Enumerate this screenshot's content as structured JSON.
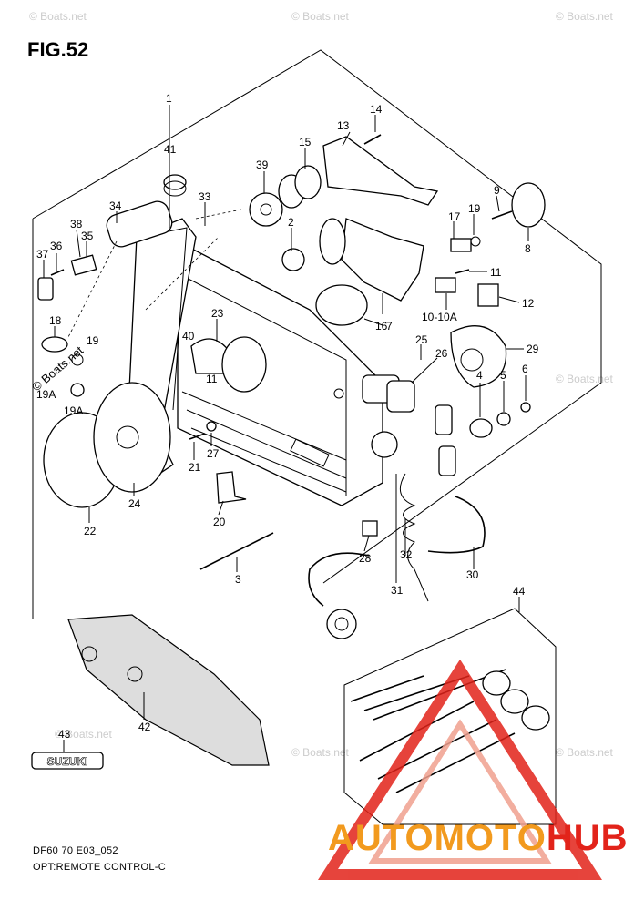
{
  "figure": {
    "title": "FIG.52",
    "model_code": "DF60 70 E03_052",
    "assembly_name": "OPT:REMOTE CONTROL-C"
  },
  "watermark": {
    "text": "© Boats.net",
    "color": "#cccccc"
  },
  "brand": {
    "part1": "AUTOMOTO",
    "part2": "HUB",
    "color1": "#f29a1e",
    "color2": "#e2231a",
    "logo_icon": "triangle-logo-icon"
  },
  "callouts": [
    "1",
    "2",
    "3",
    "4",
    "5",
    "6",
    "7",
    "8",
    "9",
    "10-10A",
    "11",
    "11",
    "12",
    "13",
    "14",
    "15",
    "16",
    "17",
    "18",
    "19",
    "19",
    "19A",
    "19A",
    "20",
    "21",
    "22",
    "23",
    "24",
    "25",
    "26",
    "27",
    "28",
    "29",
    "30",
    "31",
    "32",
    "33",
    "34",
    "35",
    "36",
    "37",
    "38",
    "39",
    "40",
    "41",
    "42",
    "43",
    "44"
  ],
  "emblem_text": "SUZUKI"
}
